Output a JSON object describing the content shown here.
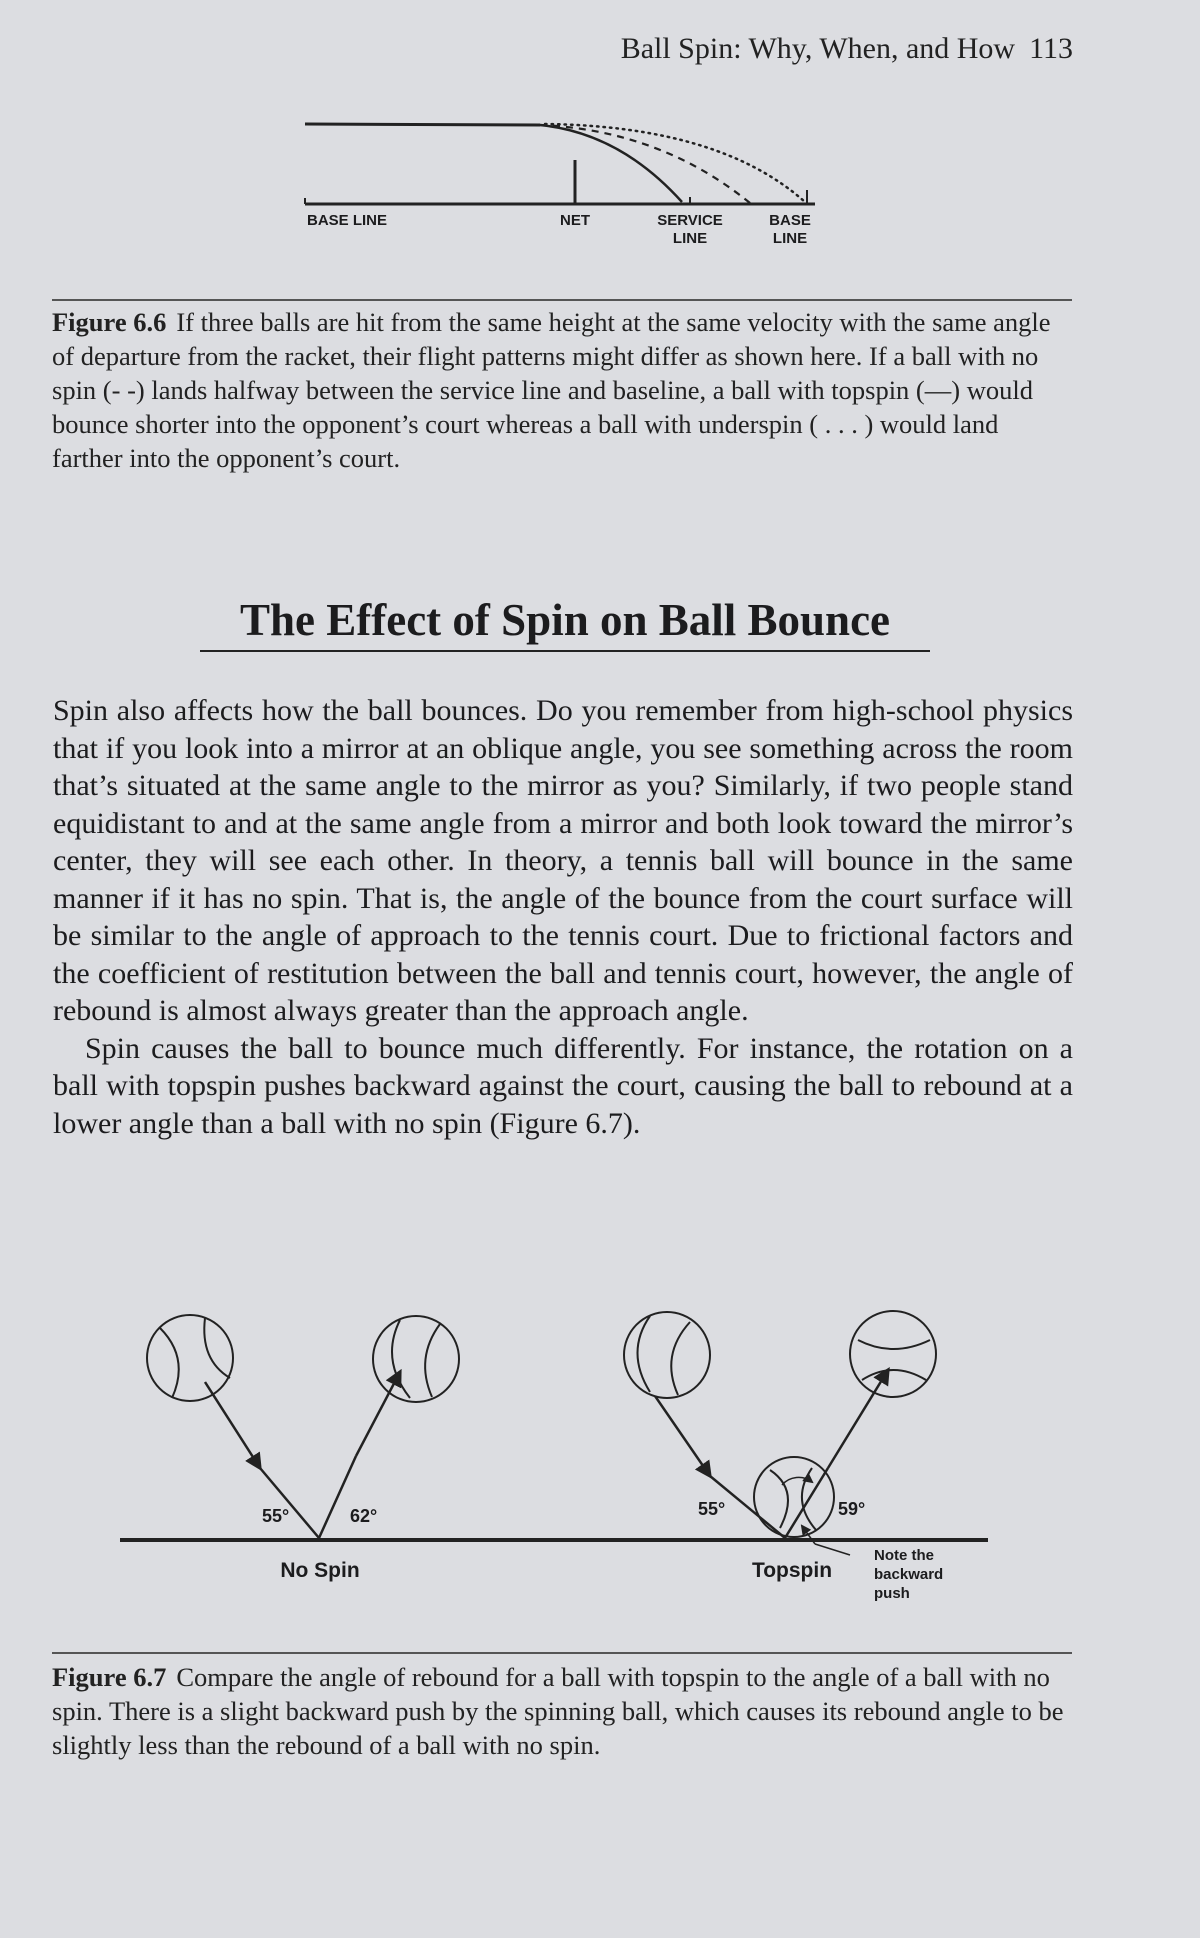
{
  "header": {
    "running_title": "Ball Spin: Why, When, and How",
    "page_number": "113"
  },
  "figure_6_6": {
    "labels": {
      "base_line_left": "BASE LINE",
      "net": "NET",
      "service_line_1": "SERVICE",
      "service_line_2": "LINE",
      "base_line_right_1": "BASE",
      "base_line_right_2": "LINE"
    },
    "caption_label": "Figure 6.6",
    "caption_text": "If three balls are hit from the same height at the same velocity with the same angle of departure from the racket, their flight patterns might differ as shown here. If a ball with no spin (- -) lands halfway between the service line and baseline, a ball with topspin (—) would bounce shorter into the opponent’s court whereas a ball with underspin ( . . . ) would land farther into the opponent’s court."
  },
  "section": {
    "heading": "The Effect of Spin on Ball Bounce",
    "paragraph_1": "Spin also affects how the ball bounces. Do you remember from high-school physics that if you look into a mirror at an oblique angle, you see something across the room that’s situated at the same angle to the mirror as you? Similarly, if two people stand equidistant to and at the same angle from a mirror and both look toward the mirror’s center, they will see each other. In theory, a tennis ball will bounce in the same manner if it has no spin. That is, the angle of the bounce from the court surface will be similar to the angle of approach to the tennis court. Due to frictional factors and the coefficient of restitution between the ball and tennis court, however, the angle of rebound is almost always greater than the approach angle.",
    "paragraph_2": "Spin causes the ball to bounce much differently. For instance, the rotation on a ball with topspin pushes backward against the court, causing the ball to rebound at a lower angle than a ball with no spin (Figure 6.7)."
  },
  "figure_6_7": {
    "no_spin": {
      "label": "No Spin",
      "approach_angle": "55°",
      "rebound_angle": "62°"
    },
    "topspin": {
      "label": "Topspin",
      "approach_angle": "55°",
      "rebound_angle": "59°"
    },
    "note_line_1": "Note the",
    "note_line_2": "backward",
    "note_line_3": "push",
    "caption_label": "Figure 6.7",
    "caption_text": "Compare the angle of rebound for a ball with topspin to the angle of a ball with no spin. There is a slight backward push by the spinning ball, which causes its rebound angle to be slightly less than the rebound of a ball with no spin."
  }
}
